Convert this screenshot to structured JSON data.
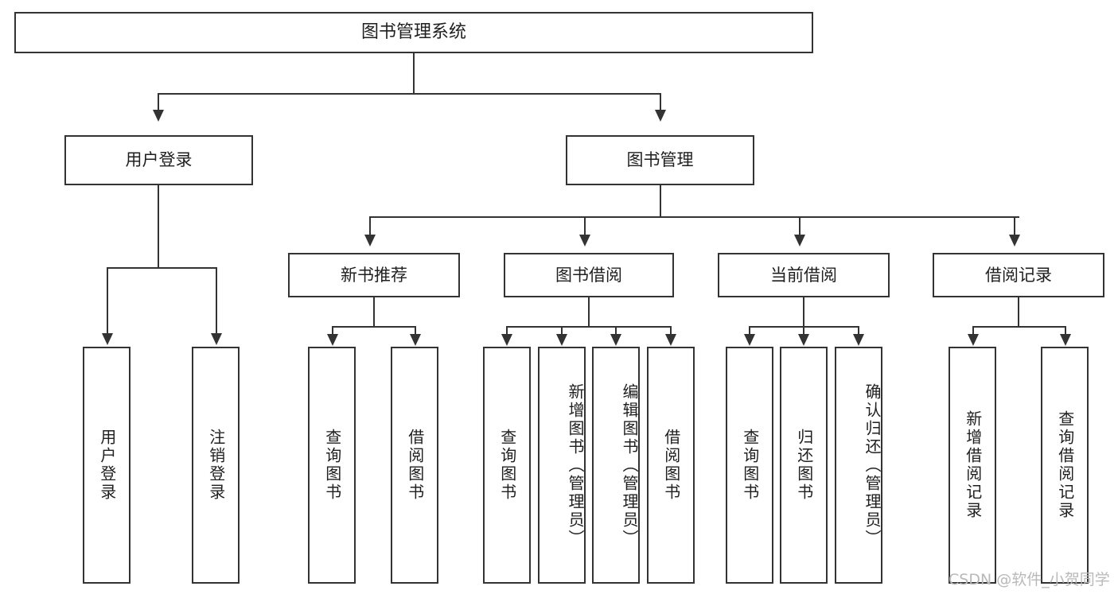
{
  "diagram": {
    "title": "图书管理系统",
    "type": "tree",
    "watermark": "CSDN @软件_小贺同学",
    "colors": {
      "stroke": "#333333",
      "fill": "#ffffff",
      "text": "#1f1f1f",
      "watermark": "#b9b9b9"
    }
  },
  "nodes": {
    "root": {
      "label": "图书管理系统"
    },
    "level2": [
      {
        "id": "user-login",
        "label": "用户登录"
      },
      {
        "id": "book-manage",
        "label": "图书管理"
      }
    ],
    "level3": [
      {
        "id": "new-book-recommend",
        "label": "新书推荐"
      },
      {
        "id": "book-borrow",
        "label": "图书借阅"
      },
      {
        "id": "current-borrow",
        "label": "当前借阅"
      },
      {
        "id": "borrow-record",
        "label": "借阅记录"
      }
    ],
    "leaves": {
      "user_login": [
        {
          "id": "leaf-user-login",
          "label": "用户登录"
        },
        {
          "id": "leaf-logout-login",
          "label": "注销登录"
        }
      ],
      "new_book_recommend": [
        {
          "id": "leaf-query-book-1",
          "label": "查询图书"
        },
        {
          "id": "leaf-borrow-book-1",
          "label": "借阅图书"
        }
      ],
      "book_borrow": [
        {
          "id": "leaf-query-book-2",
          "label": "查询图书"
        },
        {
          "id": "leaf-add-book",
          "label": "新增图书（管理员）"
        },
        {
          "id": "leaf-edit-book",
          "label": "编辑图书（管理员）"
        },
        {
          "id": "leaf-borrow-book-2",
          "label": "借阅图书"
        }
      ],
      "current_borrow": [
        {
          "id": "leaf-query-book-3",
          "label": "查询图书"
        },
        {
          "id": "leaf-return-book",
          "label": "归还图书"
        },
        {
          "id": "leaf-confirm-return",
          "label": "确认归还（管理员）"
        }
      ],
      "borrow_record": [
        {
          "id": "leaf-add-record",
          "label": "新增借阅记录"
        },
        {
          "id": "leaf-query-record",
          "label": "查询借阅记录"
        }
      ]
    }
  }
}
